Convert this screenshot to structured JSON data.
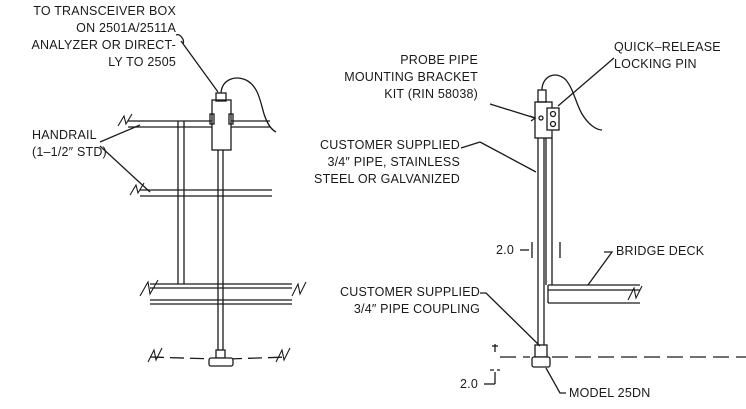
{
  "labels": {
    "transceiver": [
      "TO TRANSCEIVER BOX",
      "ON 2501A/2511A",
      "ANALYZER OR DIRECT-",
      "LY TO 2505"
    ],
    "handrail": [
      "HANDRAIL",
      "(1–1/2″ STD)"
    ],
    "bracket": [
      "PROBE PIPE",
      "MOUNTING BRACKET",
      "KIT (RIN 58038)"
    ],
    "pin": [
      "QUICK–RELEASE",
      "LOCKING PIN"
    ],
    "pipe": [
      "CUSTOMER SUPPLIED",
      "3/4″ PIPE, STAINLESS",
      "STEEL OR GALVANIZED"
    ],
    "bridge_deck": "BRIDGE DECK",
    "coupling": [
      "CUSTOMER SUPPLIED",
      "3/4″ PIPE COUPLING"
    ],
    "model": "MODEL 25DN",
    "dim_upper": "2.0",
    "dim_lower": "2.0"
  }
}
